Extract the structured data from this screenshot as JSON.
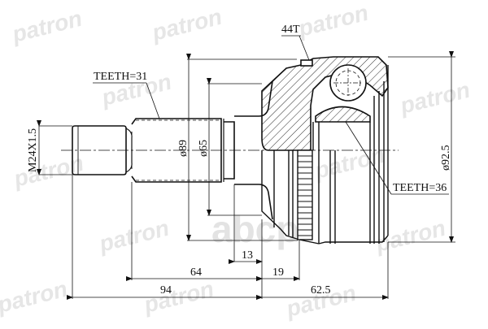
{
  "watermark": {
    "brand": "patron",
    "secondary": "abcp"
  },
  "drawing": {
    "title": "CV joint outer kit technical drawing",
    "line_color": "#111111",
    "watermark_color": "#e6e6e6",
    "labels": {
      "teeth_shaft": "TEETH=31",
      "teeth_inner": "TEETH=36",
      "abs_teeth": "44T",
      "thread": "M24X1.5"
    },
    "dimensions": {
      "diameter_89": "ø89",
      "diameter_65": "ø65",
      "diameter_92_5": "ø92.5",
      "length_13": "13",
      "length_64": "64",
      "length_19": "19",
      "length_94": "94",
      "length_62_5": "62.5"
    }
  }
}
